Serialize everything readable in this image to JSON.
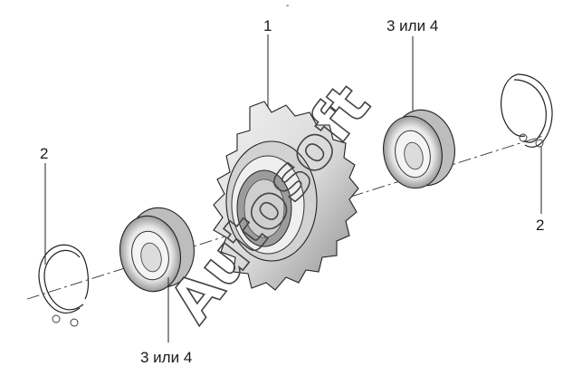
{
  "parts": [
    {
      "id": "sprocket",
      "callout": "1"
    },
    {
      "id": "retaining-ring-left",
      "callout": "2"
    },
    {
      "id": "retaining-ring-right",
      "callout": "2"
    },
    {
      "id": "bearing-left",
      "callout": "3 или 4"
    },
    {
      "id": "bearing-right",
      "callout": "3 или 4"
    }
  ],
  "watermark": "Autosoft",
  "top_mark": "-"
}
